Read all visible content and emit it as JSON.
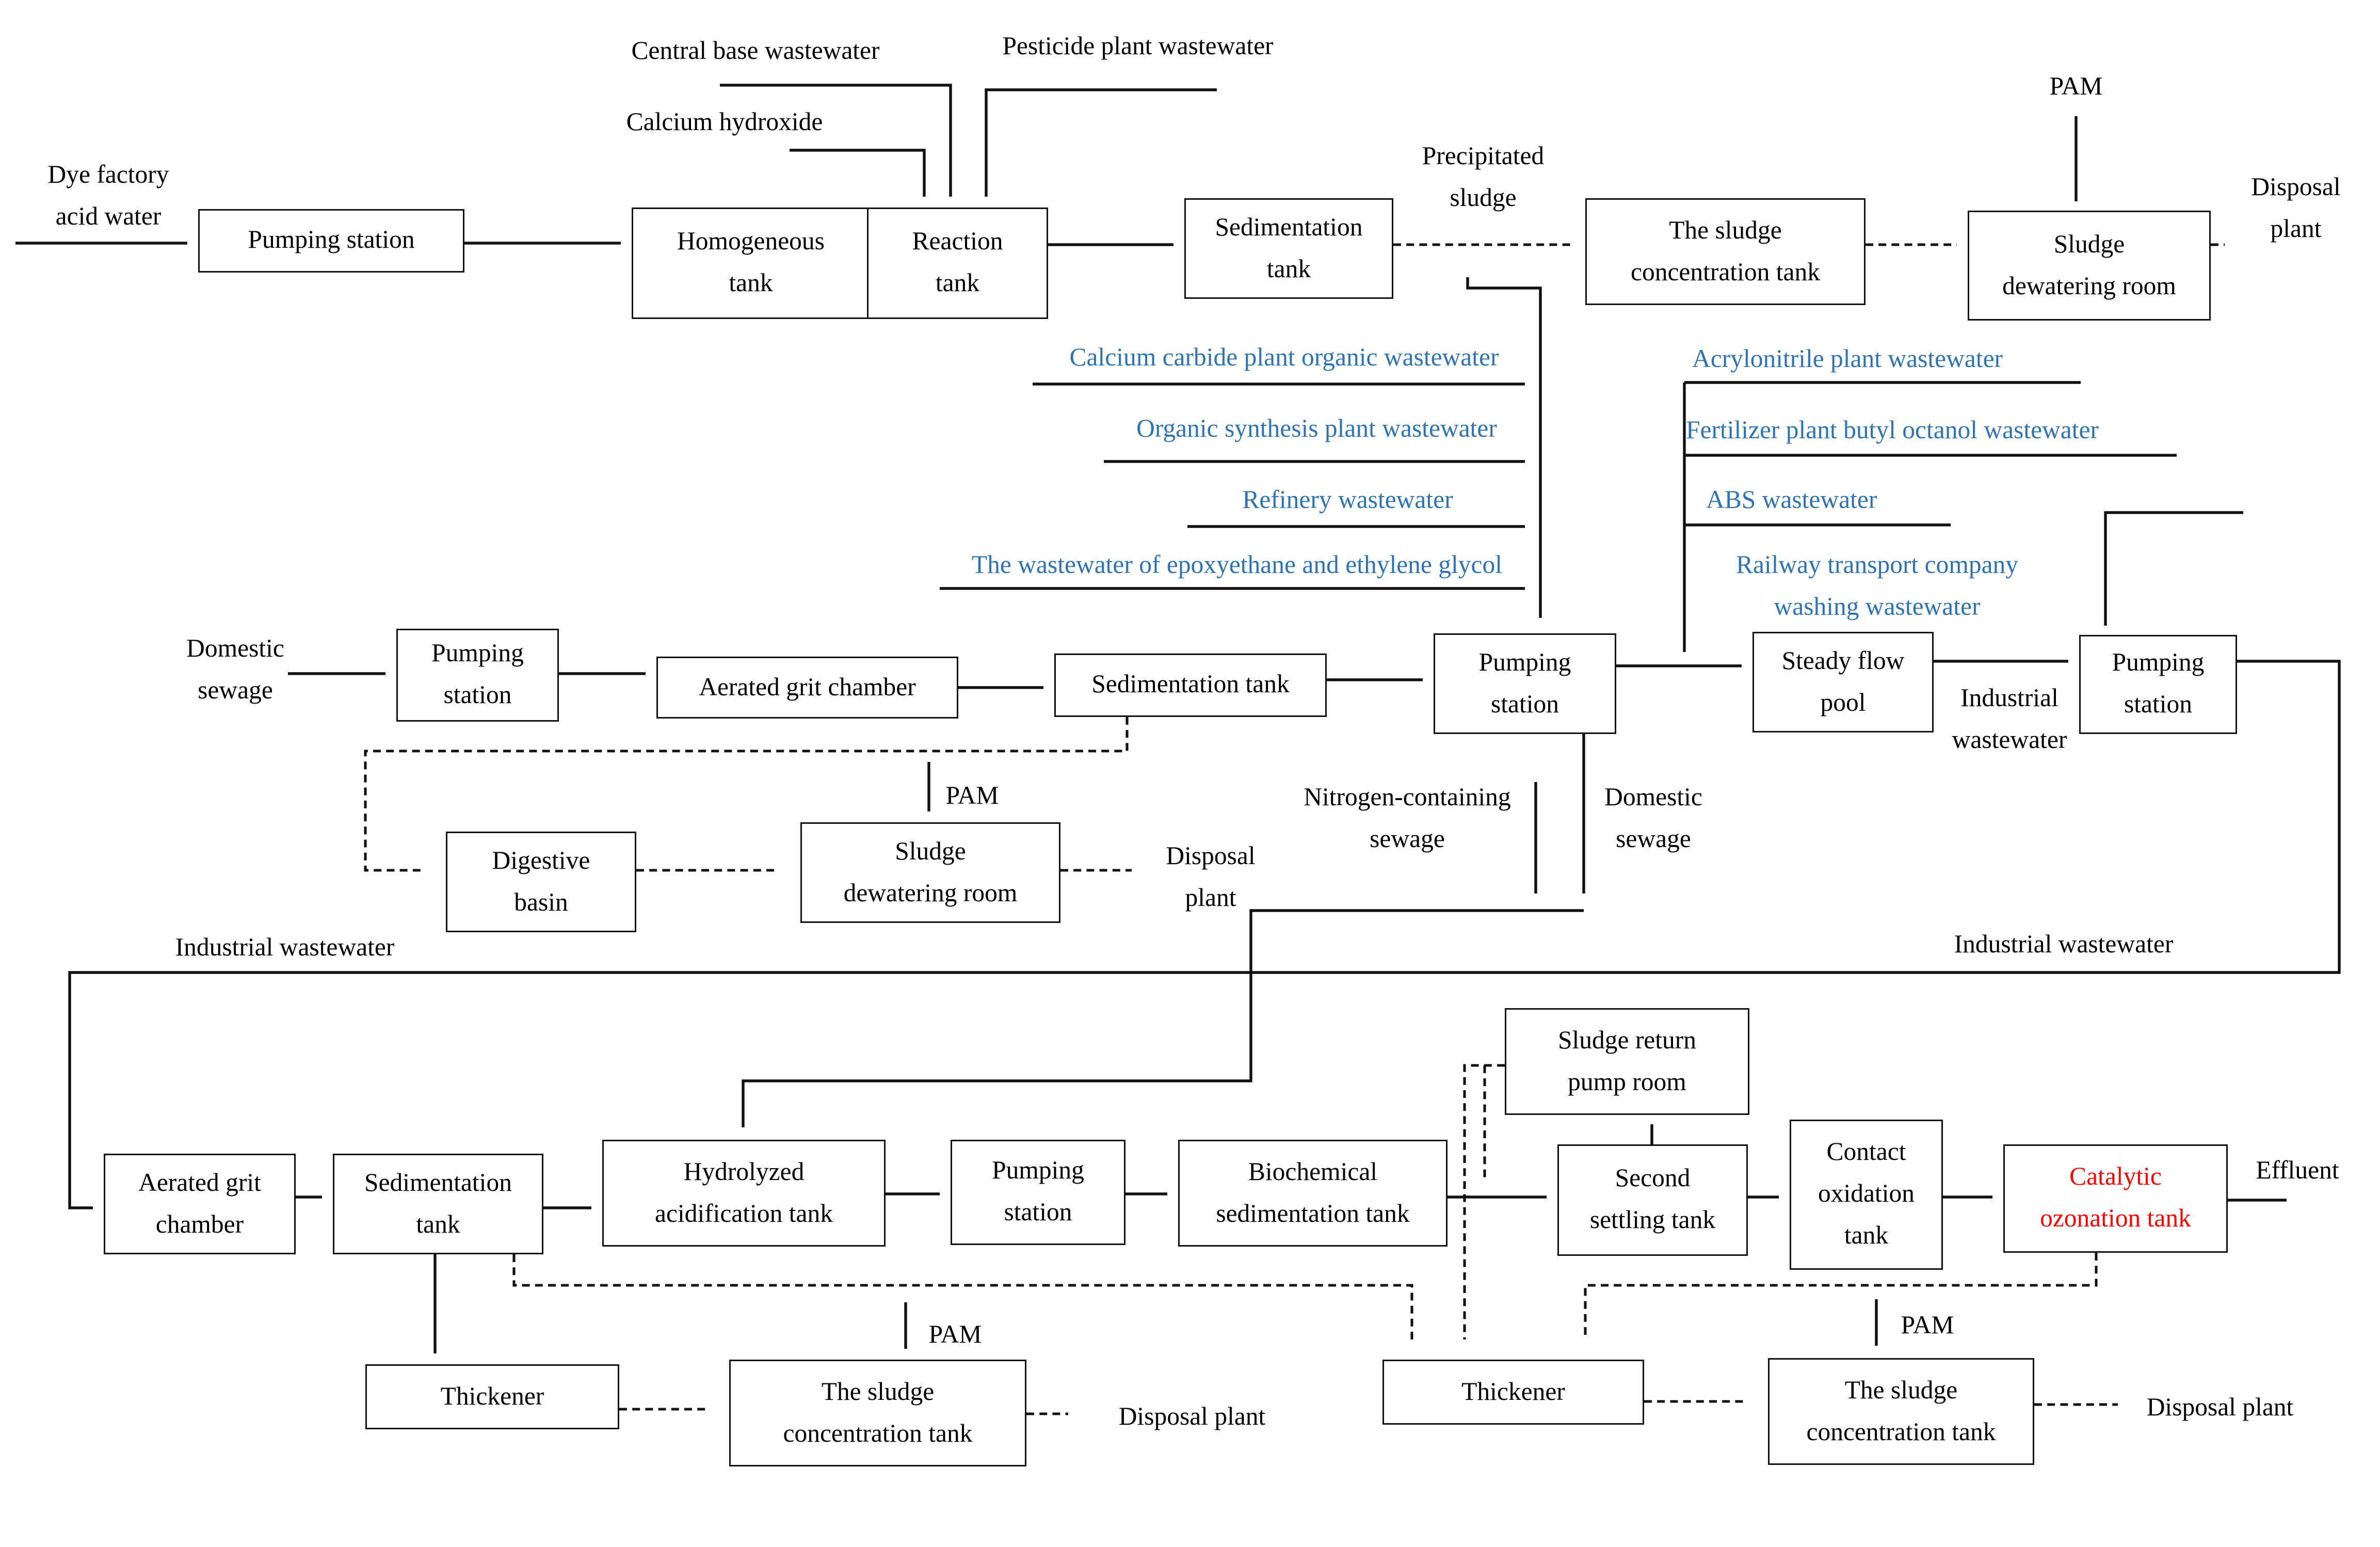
{
  "title": "Wastewater treatment process flow diagram",
  "colors": {
    "accent_blue": "#2E74B5",
    "accent_red": "#FF0000",
    "border_purple": "#7030A0",
    "line": "#111111"
  },
  "boxes": {
    "pumping1": "Pumping station",
    "homogeneous": "Homogeneous\ntank",
    "reaction": "Reaction\ntank",
    "sedimentation1": "Sedimentation\ntank",
    "concentration1": "The sludge\nconcentration tank",
    "dewatering1": "Sludge\ndewatering room",
    "pumping2": "Pumping\nstation",
    "aerated1": "Aerated grit chamber",
    "sedimentation2": "Sedimentation tank",
    "pumping3": "Pumping\nstation",
    "steady_flow": "Steady flow\npool",
    "pumping4": "Pumping\nstation",
    "digestive": "Digestive\nbasin",
    "dewatering2": "Sludge\ndewatering room",
    "aerated2": "Aerated grit\nchamber",
    "sedimentation3": "Sedimentation\ntank",
    "hydrolyzed": "Hydrolyzed\nacidification tank",
    "pumping5": "Pumping\nstation",
    "biochemical": "Biochemical\nsedimentation tank",
    "sludge_return": "Sludge return\npump room",
    "second_settling": "Second\nsettling tank",
    "contact": "Contact\noxidation\ntank",
    "catalytic": "Catalytic\nozonation tank",
    "thickener_left": "Thickener",
    "concentration_left": "The sludge\nconcentration tank",
    "thickener_right": "Thickener",
    "concentration_right": "The sludge\nconcentration tank"
  },
  "labels": {
    "dye": "Dye factory\nacid water",
    "central_base": "Central base wastewater",
    "calcium_hydroxide": "Calcium hydroxide",
    "pesticide": "Pesticide plant wastewater",
    "precipitated": "Precipitated\nsludge",
    "pam_top": "PAM",
    "disposal_top": "Disposal\nplant",
    "blue1": "Calcium carbide plant organic wastewater",
    "blue2": "Organic synthesis plant wastewater",
    "blue3": "Refinery wastewater",
    "blue4": "The wastewater of epoxyethane and ethylene glycol",
    "blue5": "Acrylonitrile plant wastewater",
    "blue6": "Fertilizer plant butyl octanol wastewater",
    "blue7": "ABS wastewater",
    "blue8": "Railway transport company\nwashing wastewater",
    "domestic1": "Domestic\nsewage",
    "industrial1": "Industrial\nwastewater",
    "pam_mid": "PAM",
    "disposal_mid": "Disposal\nplant",
    "nitrogen": "Nitrogen-containing\nsewage",
    "domestic2": "Domestic\nsewage",
    "industrial_left": "Industrial wastewater",
    "industrial_right": "Industrial wastewater",
    "effluent": "Effluent",
    "pam_bottom_left": "PAM",
    "pam_bottom_right": "PAM",
    "disposal_bottom_left": "Disposal plant",
    "disposal_bottom_right": "Disposal plant"
  }
}
